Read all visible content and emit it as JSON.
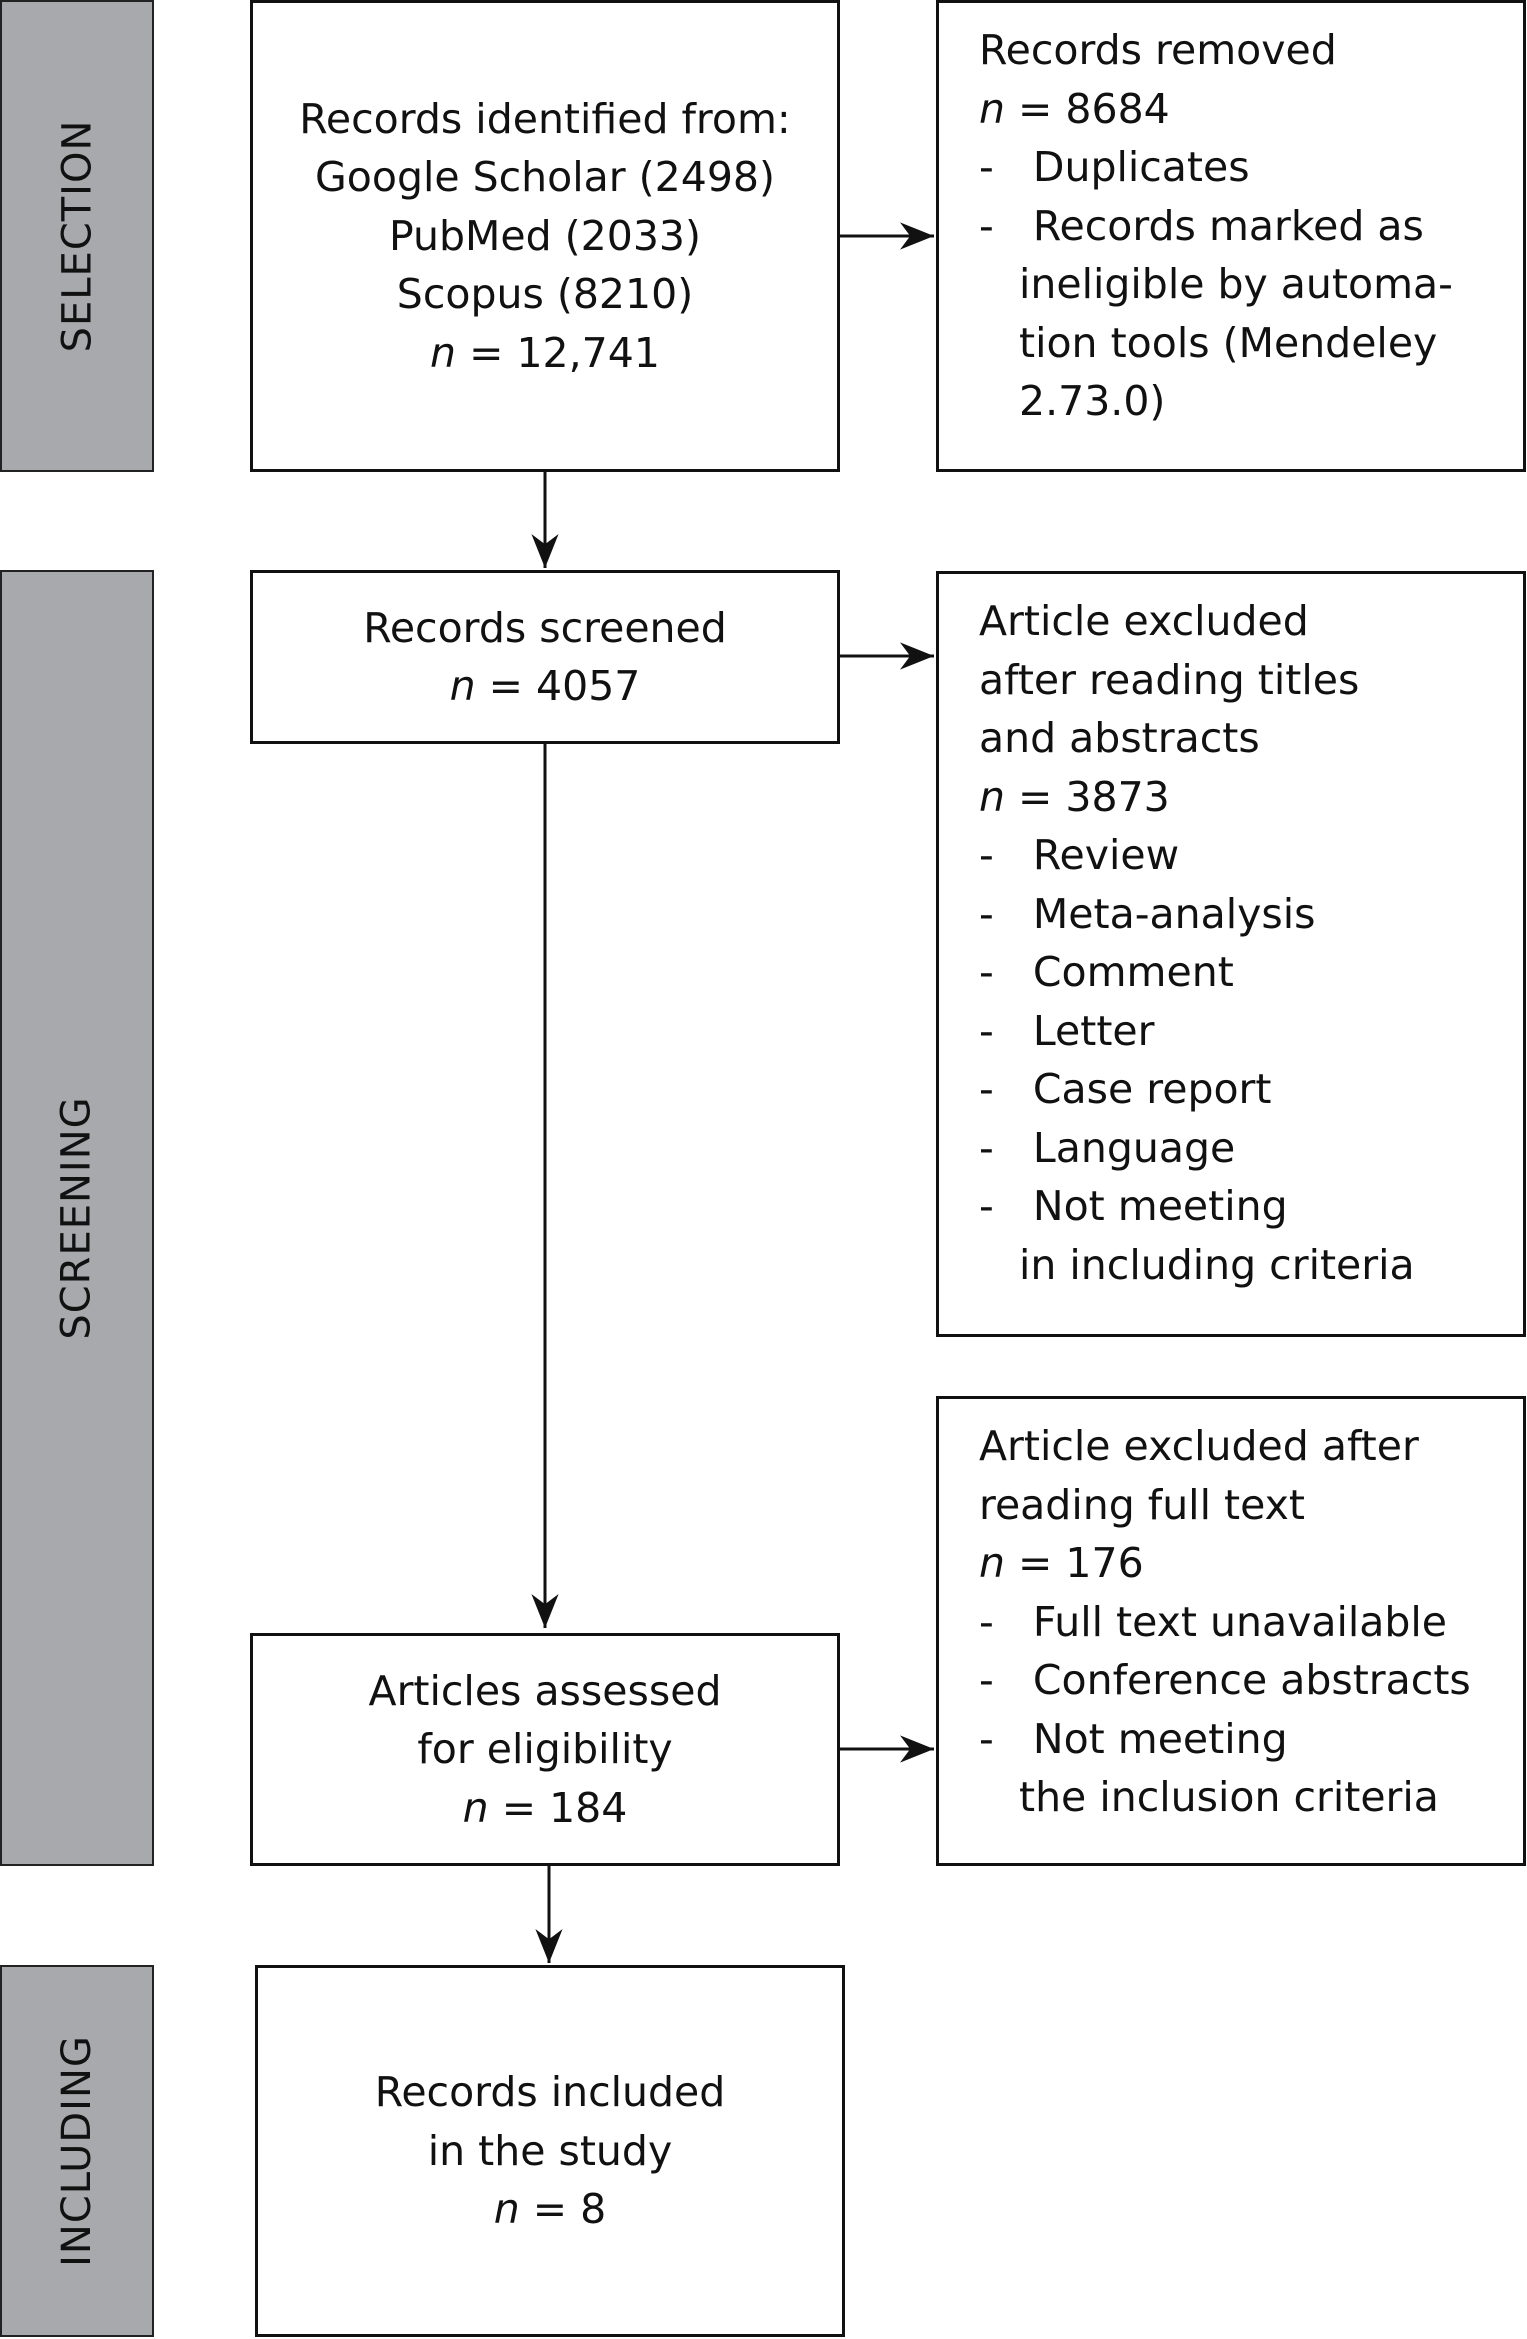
{
  "phases": {
    "selection": "SELECTION",
    "screening": "SCREENING",
    "including": "INCLUDING"
  },
  "colors": {
    "phase_bar": "#a7a9ac",
    "border": "#111111"
  },
  "boxes": {
    "identified": [
      "Records identified from:",
      "Google Scholar (2498)",
      "PubMed (2033)",
      "Scopus (8210)",
      "n = 12,741"
    ],
    "removed": [
      "Records removed",
      "n = 8684",
      "- Duplicates",
      "- Records marked as",
      "ineligible by automa-",
      "tion tools (Mendeley",
      "2.73.0)"
    ],
    "screened": [
      "Records screened",
      "n = 4057"
    ],
    "excluded_abstracts": [
      "Article excluded",
      "after reading titles",
      "and abstracts",
      "n = 3873",
      "- Review",
      "- Meta-analysis",
      "- Comment",
      "- Letter",
      "- Case report",
      "- Language",
      "- Not meeting",
      "in including criteria"
    ],
    "assessed": [
      "Articles assessed",
      "for eligibility",
      "n = 184"
    ],
    "excluded_fulltext": [
      "Article excluded after",
      "reading full text",
      "n = 176",
      "- Full text unavailable",
      "- Conference abstracts",
      "- Not meeting",
      "the inclusion criteria"
    ],
    "included": [
      "Records included",
      "in the study",
      "n = 8"
    ]
  }
}
